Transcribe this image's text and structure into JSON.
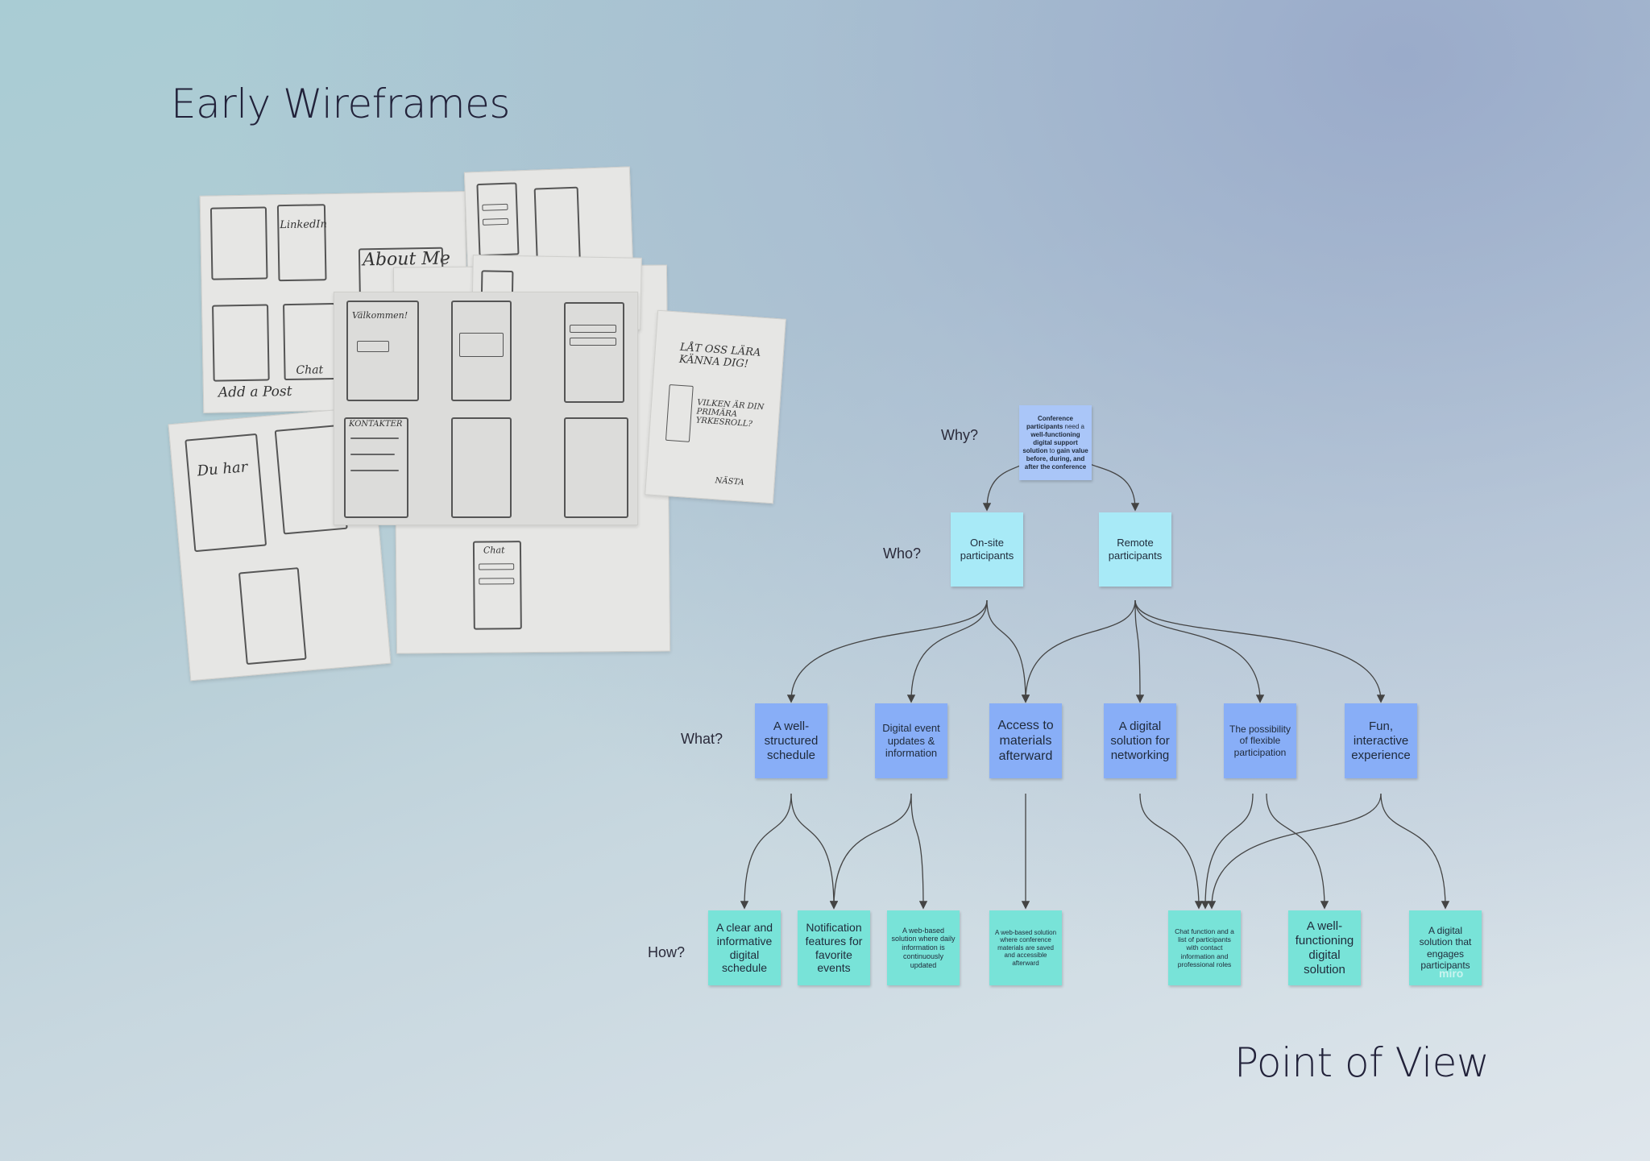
{
  "titles": {
    "wireframes": "Early Wireframes",
    "pov": "Point of View"
  },
  "sketch_text": {
    "about_me": "About Me",
    "lat_oss": "LÅT OSS LÄRA KÄNNA DIG!",
    "vilken": "VILKEN ÄR DIN PRIMÄRA YRKESROLL?",
    "add_post": "Add a Post",
    "chat": "Chat",
    "kontakter": "KONTAKTER",
    "valkommen": "Välkommen!",
    "linkedin": "LinkedIn",
    "nasta": "NÄSTA"
  },
  "diagram": {
    "levels": {
      "why": "Why?",
      "who": "Who?",
      "what": "What?",
      "how": "How?"
    },
    "root": {
      "parts": [
        {
          "t": "Conference participants",
          "b": true
        },
        {
          "t": " need a ",
          "b": false
        },
        {
          "t": "well-functioning digital support solution",
          "b": true
        },
        {
          "t": " to ",
          "b": false
        },
        {
          "t": "gain value before, during, and after the conference",
          "b": true
        }
      ]
    },
    "who": [
      {
        "id": "onsite",
        "label": "On-site participants"
      },
      {
        "id": "remote",
        "label": "Remote participants"
      }
    ],
    "what": [
      {
        "id": "schedule",
        "label": "A well-structured schedule"
      },
      {
        "id": "updates",
        "label": "Digital event updates & information"
      },
      {
        "id": "materials",
        "label": "Access to materials afterward"
      },
      {
        "id": "networking",
        "label": "A digital solution for networking"
      },
      {
        "id": "flexible",
        "label": "The possibility of flexible participation"
      },
      {
        "id": "fun",
        "label": "Fun, interactive experience"
      }
    ],
    "how": [
      {
        "id": "h1",
        "label": "A clear and informative digital schedule"
      },
      {
        "id": "h2",
        "label": "Notification features for favorite events"
      },
      {
        "id": "h3",
        "label": "A web-based solution where daily information is continuously updated"
      },
      {
        "id": "h4",
        "label": "A web-based solution where conference materials are saved and accessible afterward"
      },
      {
        "id": "h5",
        "label": "Chat function and a list of participants with contact information and professional roles"
      },
      {
        "id": "h6",
        "label": "A well-functioning digital solution"
      },
      {
        "id": "h7",
        "label": "A digital solution that engages participants"
      }
    ],
    "watermark": "miro",
    "colors": {
      "root": "#aac6f8",
      "who": "#a8eaf7",
      "what": "#88aef7",
      "how": "#78e3d8",
      "connector": "#444444"
    }
  }
}
